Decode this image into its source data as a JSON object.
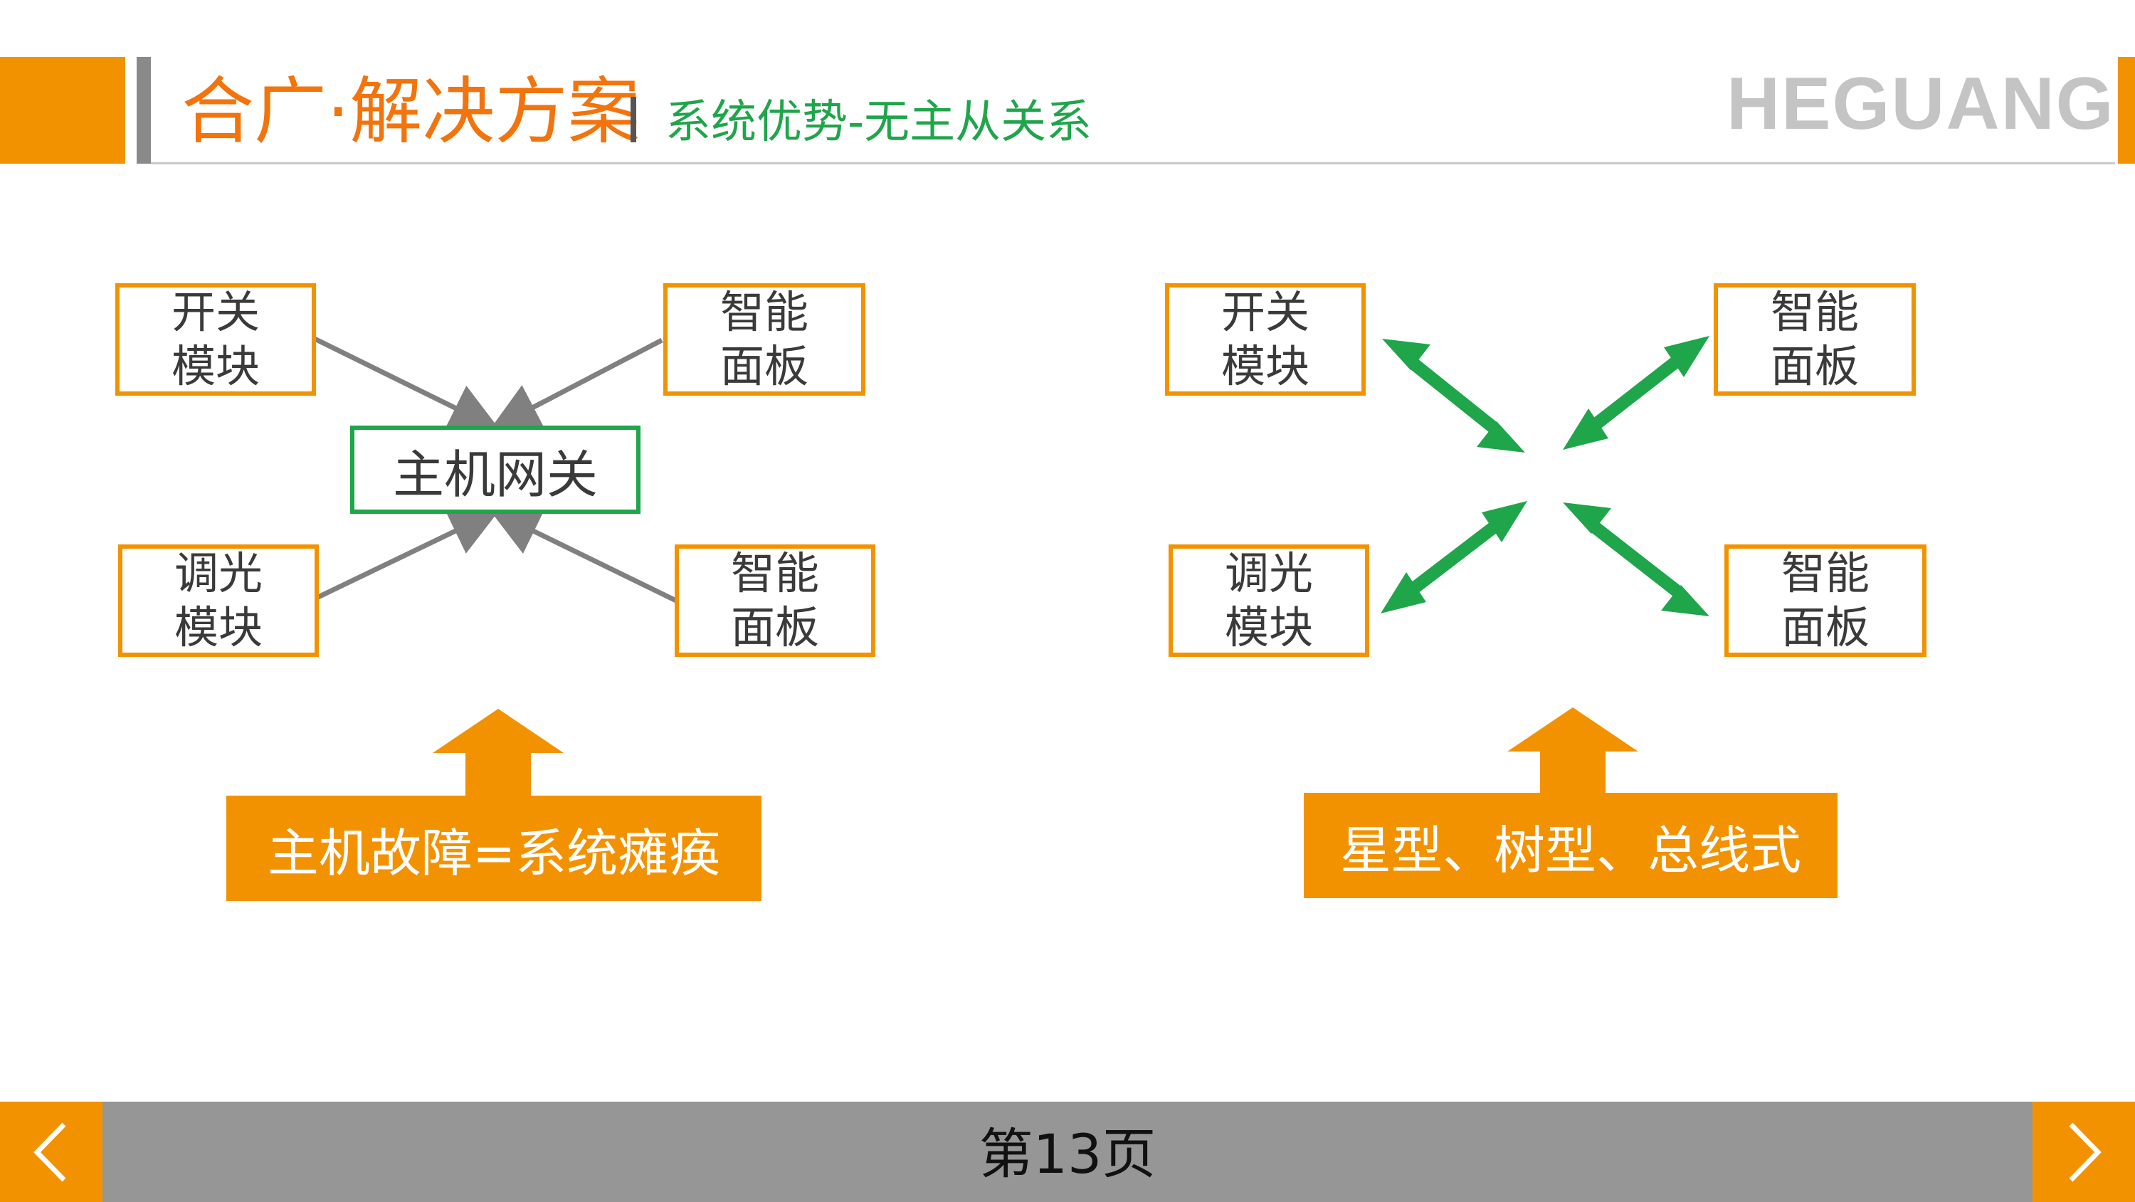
{
  "header": {
    "title": "合广·解决方案",
    "subtitle": "系统优势-无主从关系",
    "brand": "HEGUANG"
  },
  "left_diagram": {
    "hub": "主机网关",
    "nodes": {
      "top_left": "开关\n模块",
      "top_right": "智能\n面板",
      "bottom_left": "调光\n模块",
      "bottom_right": "智能\n面板"
    },
    "callout": "主机故障=系统瘫痪"
  },
  "right_diagram": {
    "nodes": {
      "top_left": "开关\n模块",
      "top_right": "智能\n面板",
      "bottom_left": "调光\n模块",
      "bottom_right": "智能\n面板"
    },
    "callout": "星型、树型、总线式"
  },
  "footer": {
    "page_label": "第13页",
    "prev_icon": "chevron-left-icon",
    "next_icon": "chevron-right-icon"
  },
  "colors": {
    "accent_orange": "#f39200",
    "title_orange": "#f3730c",
    "green": "#1fa54a",
    "gray_connector": "#808080",
    "footer_gray": "#969696"
  }
}
